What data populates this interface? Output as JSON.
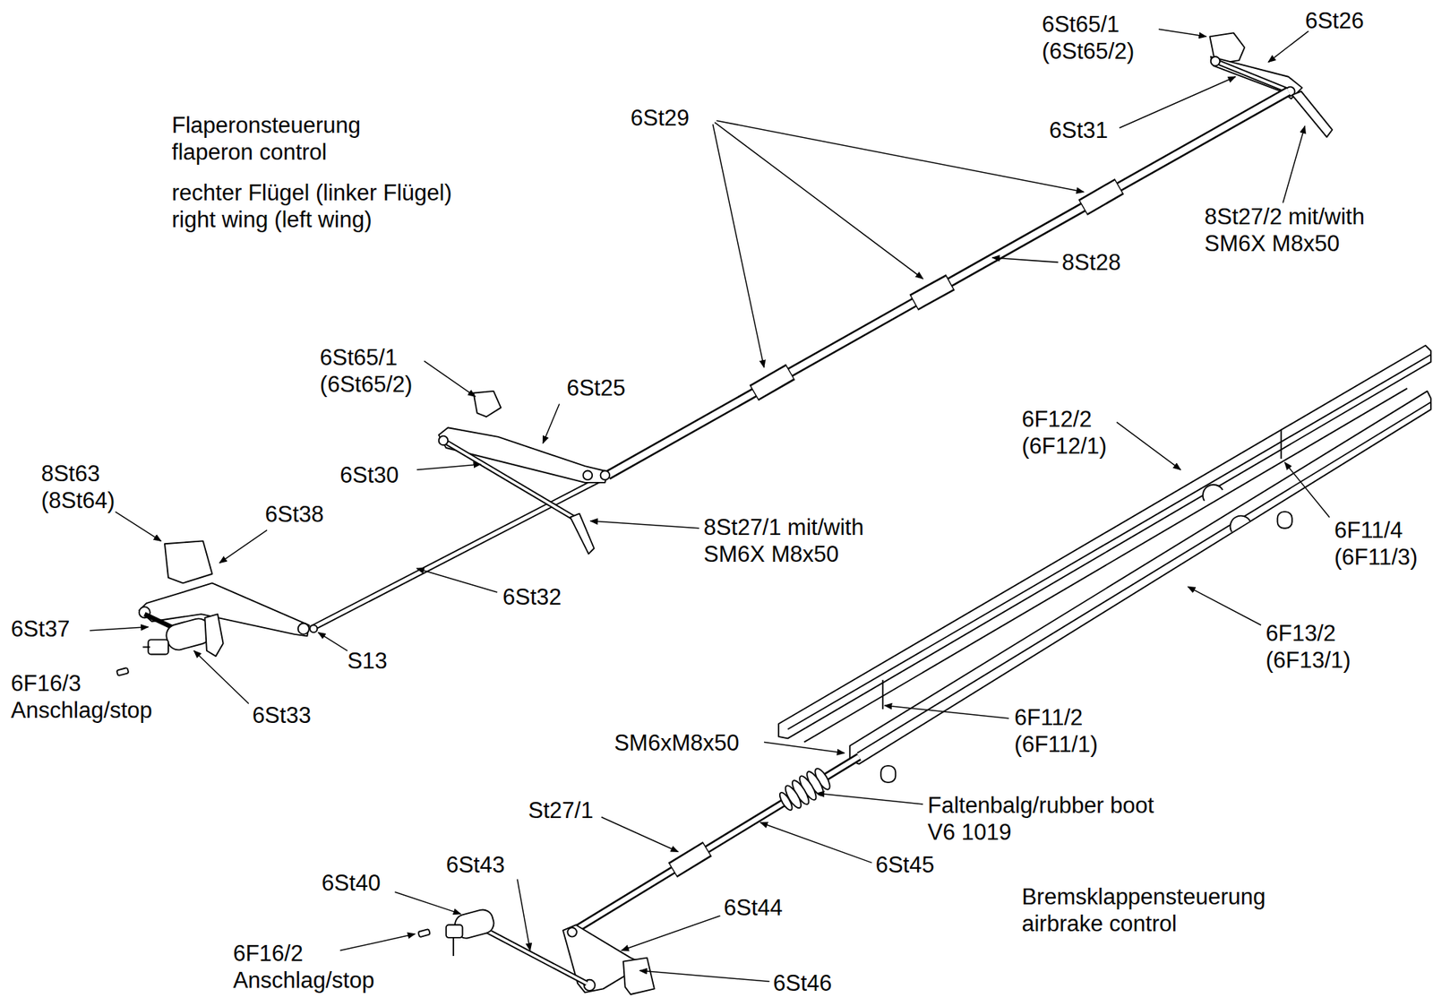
{
  "diagram": {
    "labels": [
      "6St65/1 (6St65/2)",
      "6St26",
      "Flaperonsteuerung flaperon control",
      "rechter Flügel (linker Flügel) right wing (left wing)",
      "6St29",
      "6St31",
      "8St27/2 mit/with SM6X M8x50",
      "8St28",
      "6St65/1 (6St65/2)",
      "6St25",
      "6F12/2 (6F12/1)",
      "8St63 (8St64)",
      "6St38",
      "6St30",
      "8St27/1 mit/with SM6X M8x50",
      "6F11/4 (6F11/3)",
      "6St32",
      "6St37",
      "6F13/2 (6F13/1)",
      "S13",
      "6F16/3 Anschlag/stop",
      "6St33",
      "6F11/2 (6F11/1)",
      "SM6xM8x50",
      "Faltenbalg/rubber boot V6 1019",
      "St27/1",
      "6St45",
      "6St43",
      "6St40",
      "Bremsklappensteuerung airbrake control",
      "6St44",
      "6F16/2 Anschlag/stop",
      "6St46"
    ]
  }
}
